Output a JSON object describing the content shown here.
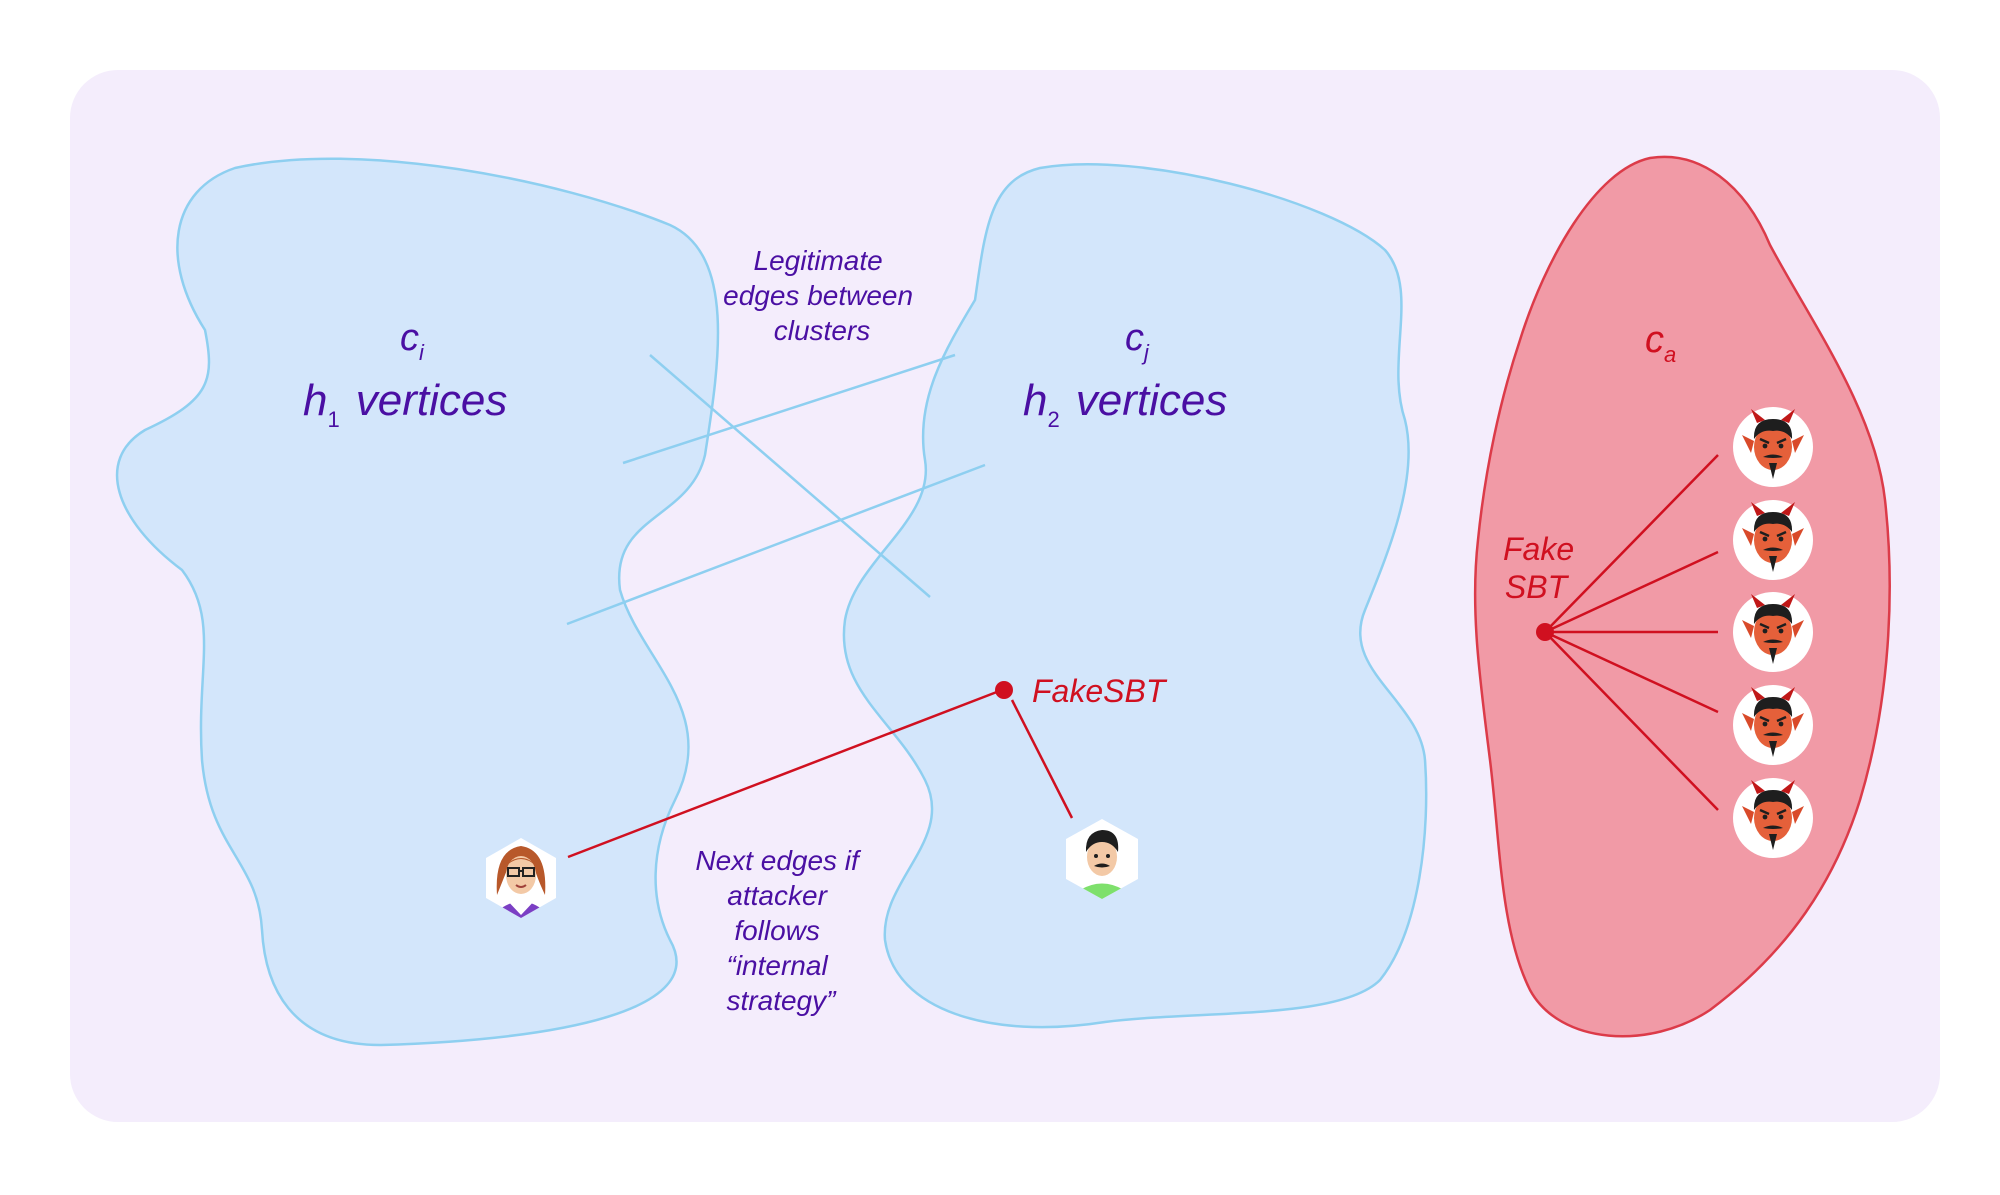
{
  "colors": {
    "panel": "#f4edfc",
    "cluster_fill": "#d3e6fb",
    "cluster_stroke": "#8ecff0",
    "attack_fill": "#f19aa6",
    "attack_stroke": "#dc3b49",
    "text_purple": "#4a0fa3",
    "text_red": "#d01020",
    "edge_legit": "#8ecff0",
    "edge_fake": "#d01020"
  },
  "clusters": {
    "ci": {
      "name": "c",
      "sub": "i",
      "size_var": "h",
      "size_sub": "1",
      "label": "vertices"
    },
    "cj": {
      "name": "c",
      "sub": "j",
      "size_var": "h",
      "size_sub": "2",
      "label": "vertices"
    },
    "ca": {
      "name": "c",
      "sub": "a"
    }
  },
  "annotations": {
    "legit_edges": [
      "Legitimate",
      "edges between",
      "clusters"
    ],
    "next_edges": [
      "Next edges if",
      "attacker",
      "follows",
      "“internal",
      "strategy”"
    ],
    "fake_sbt_center": "FakeSBT",
    "fake_sbt_attack": [
      "Fake",
      "SBT"
    ]
  },
  "icons": {
    "honest_user_1": "woman-with-glasses-avatar",
    "honest_user_2": "man-with-mustache-avatar",
    "attackers": [
      "devil-avatar",
      "devil-avatar",
      "devil-avatar",
      "devil-avatar",
      "devil-avatar"
    ]
  }
}
